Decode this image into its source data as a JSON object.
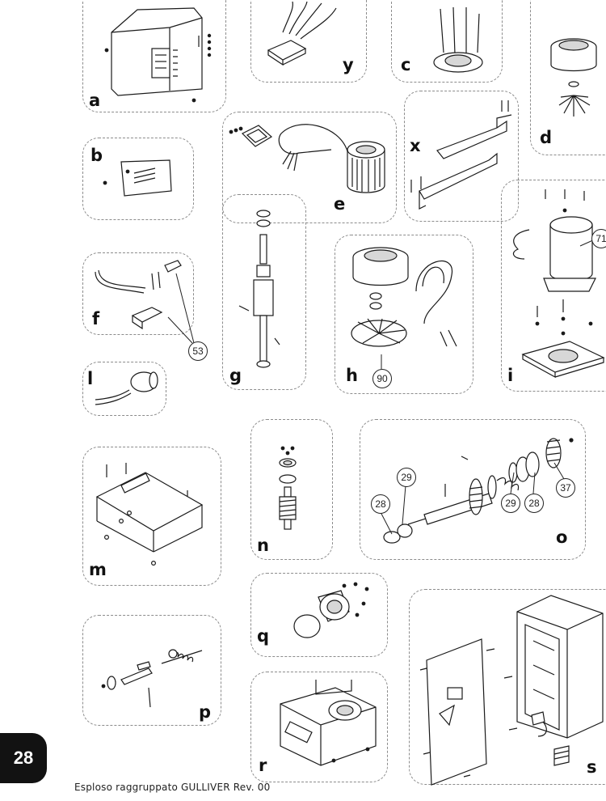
{
  "page_number": "28",
  "footer": "Esploso raggruppato GULLIVER Rev. 00",
  "panels": {
    "a": "a",
    "y": "y",
    "c": "c",
    "d": "d",
    "b": "b",
    "e": "e",
    "x": "x",
    "f": "f",
    "g": "g",
    "h": "h",
    "i": "i",
    "l": "l",
    "m": "m",
    "n": "n",
    "o": "o",
    "q": "q",
    "p": "p",
    "r": "r",
    "s": "s"
  },
  "callouts": {
    "f_53": "53",
    "h_90": "90",
    "i_71": "71",
    "o_29_left": "29",
    "o_28_left": "28",
    "o_29_right": "29",
    "o_28_right": "28",
    "o_37": "37"
  }
}
